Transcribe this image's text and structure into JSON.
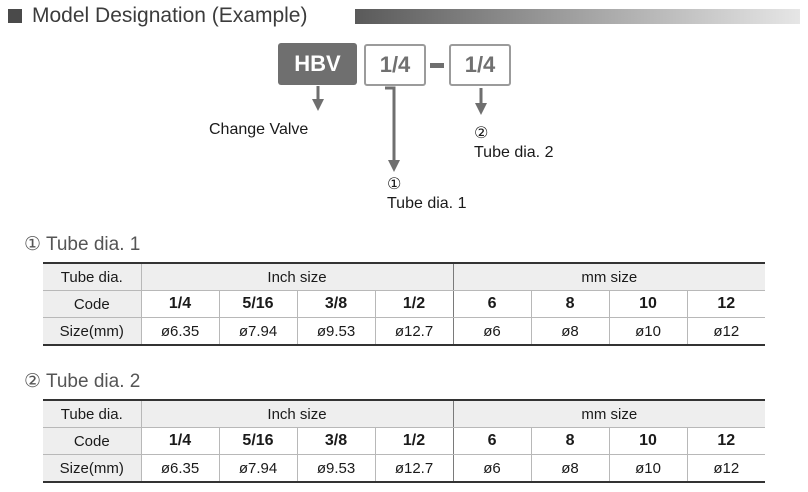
{
  "header": {
    "title": "Model Designation (Example)"
  },
  "designation": {
    "model": "HBV",
    "part1": "1/4",
    "separator": "-",
    "part2": "1/4",
    "label_model": "Change Valve",
    "label1_num": "①",
    "label1_text": "Tube dia. 1",
    "label2_num": "②",
    "label2_text": "Tube dia. 2"
  },
  "tables": [
    {
      "title": "① Tube dia. 1",
      "row_headers": [
        "Tube dia.",
        "Code",
        "Size(mm)"
      ],
      "group_inch": "Inch size",
      "group_mm": "mm size",
      "codes": [
        "1/4",
        "5/16",
        "3/8",
        "1/2",
        "6",
        "8",
        "10",
        "12"
      ],
      "sizes": [
        "ø6.35",
        "ø7.94",
        "ø9.53",
        "ø12.7",
        "ø6",
        "ø8",
        "ø10",
        "ø12"
      ]
    },
    {
      "title": "② Tube dia. 2",
      "row_headers": [
        "Tube dia.",
        "Code",
        "Size(mm)"
      ],
      "group_inch": "Inch size",
      "group_mm": "mm size",
      "codes": [
        "1/4",
        "5/16",
        "3/8",
        "1/2",
        "6",
        "8",
        "10",
        "12"
      ],
      "sizes": [
        "ø6.35",
        "ø7.94",
        "ø9.53",
        "ø12.7",
        "ø6",
        "ø8",
        "ø10",
        "ø12"
      ]
    }
  ]
}
